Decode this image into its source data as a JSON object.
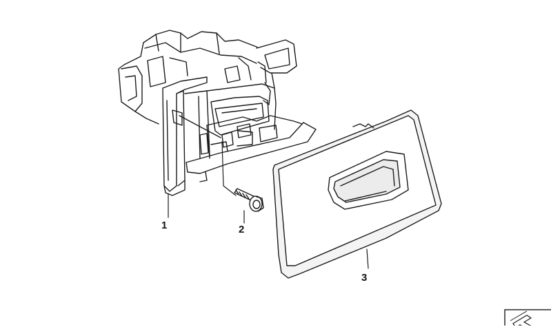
{
  "callouts": [
    {
      "label": "1",
      "part": "housing-assembly"
    },
    {
      "label": "2",
      "part": "screw"
    },
    {
      "label": "3",
      "part": "cover-panel"
    }
  ],
  "colors": {
    "background": "#ffffff",
    "line": "#1a1a1a",
    "panel_fill": "#f2f2f2"
  },
  "icons": [
    "corner-arrow-icon"
  ]
}
